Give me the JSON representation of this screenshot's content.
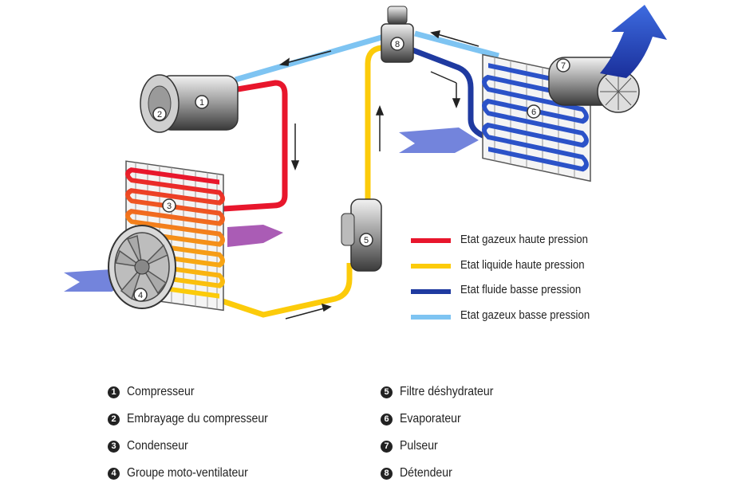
{
  "colors": {
    "gas_high": "#e8162c",
    "liquid_high": "#fccb0a",
    "fluid_low": "#1f3aa0",
    "gas_low": "#7ec4f2",
    "air_arrow": "#5a6fd6",
    "hot_air": "#9b3fa8"
  },
  "legend": [
    {
      "label": "Etat gazeux haute pression",
      "color": "#e8162c"
    },
    {
      "label": "Etat liquide haute pression",
      "color": "#fccb0a"
    },
    {
      "label": "Etat fluide basse pression",
      "color": "#1f3aa0"
    },
    {
      "label": "Etat gazeux basse pression",
      "color": "#7ec4f2"
    }
  ],
  "components": [
    {
      "num": "1",
      "label": "Compresseur"
    },
    {
      "num": "2",
      "label": "Embrayage du compresseur"
    },
    {
      "num": "3",
      "label": "Condenseur"
    },
    {
      "num": "4",
      "label": "Groupe moto-ventilateur"
    },
    {
      "num": "5",
      "label": "Filtre déshydrateur"
    },
    {
      "num": "6",
      "label": "Evaporateur"
    },
    {
      "num": "7",
      "label": "Pulseur"
    },
    {
      "num": "8",
      "label": "Détendeur"
    }
  ]
}
